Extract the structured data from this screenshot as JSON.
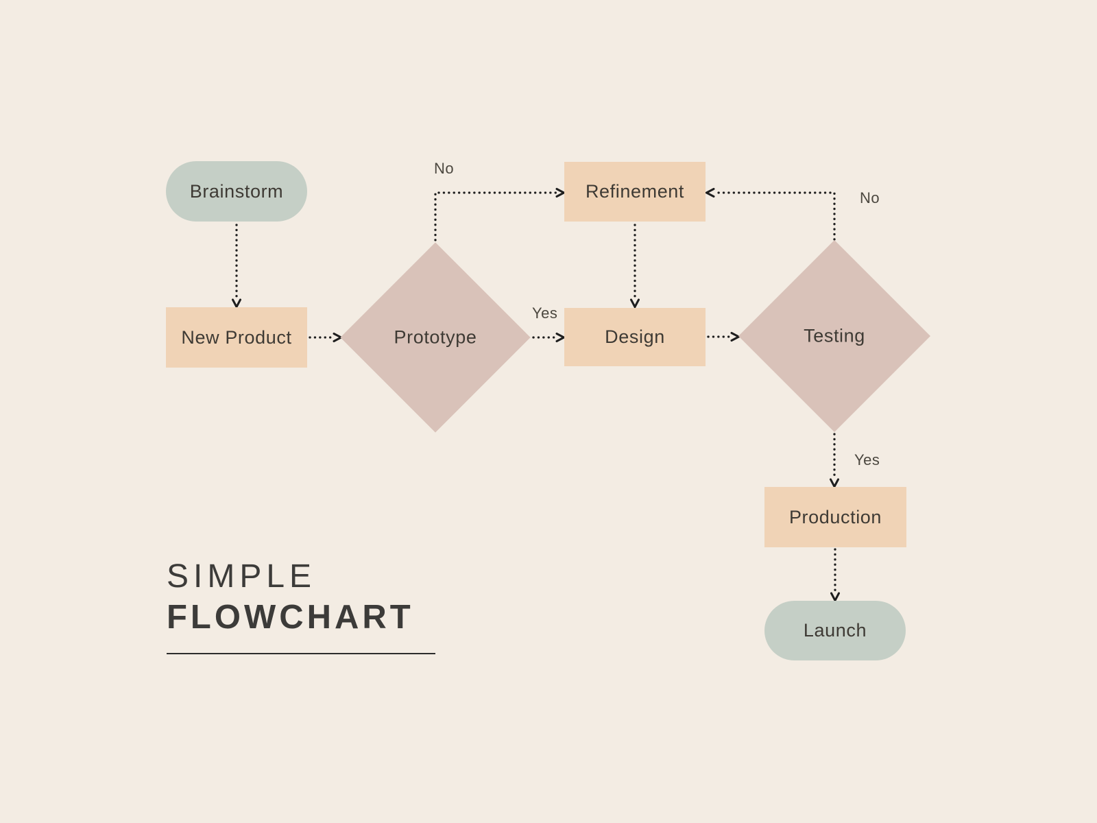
{
  "diagram_type": "flowchart",
  "title": {
    "line1": "SIMPLE",
    "line2": "FLOWCHART"
  },
  "nodes": {
    "brainstorm": {
      "label": "Brainstorm",
      "shape": "rounded-pill",
      "role": "terminal"
    },
    "new_product": {
      "label": "New Product",
      "shape": "rectangle",
      "role": "process"
    },
    "prototype": {
      "label": "Prototype",
      "shape": "diamond",
      "role": "decision"
    },
    "refinement": {
      "label": "Refinement",
      "shape": "rectangle",
      "role": "process"
    },
    "design": {
      "label": "Design",
      "shape": "rectangle",
      "role": "process"
    },
    "testing": {
      "label": "Testing",
      "shape": "diamond",
      "role": "decision"
    },
    "production": {
      "label": "Production",
      "shape": "rectangle",
      "role": "process"
    },
    "launch": {
      "label": "Launch",
      "shape": "rounded-pill",
      "role": "terminal"
    }
  },
  "edges": [
    {
      "from": "brainstorm",
      "to": "new_product",
      "label": ""
    },
    {
      "from": "new_product",
      "to": "prototype",
      "label": ""
    },
    {
      "from": "prototype",
      "to": "refinement",
      "label": "No"
    },
    {
      "from": "prototype",
      "to": "design",
      "label": "Yes"
    },
    {
      "from": "refinement",
      "to": "design",
      "label": ""
    },
    {
      "from": "design",
      "to": "testing",
      "label": ""
    },
    {
      "from": "testing",
      "to": "refinement",
      "label": "No"
    },
    {
      "from": "testing",
      "to": "production",
      "label": "Yes"
    },
    {
      "from": "production",
      "to": "launch",
      "label": ""
    }
  ],
  "colors": {
    "background": "#f3ece3",
    "terminal": "#c5cfc6",
    "process": "#f0d3b6",
    "decision": "#d9c2b9",
    "connector": "#1e1e1e",
    "node_text": "#3e3a34",
    "edge_text": "#4b473f",
    "title_text": "#3c3b39"
  },
  "connector_style": "dotted-arrow"
}
